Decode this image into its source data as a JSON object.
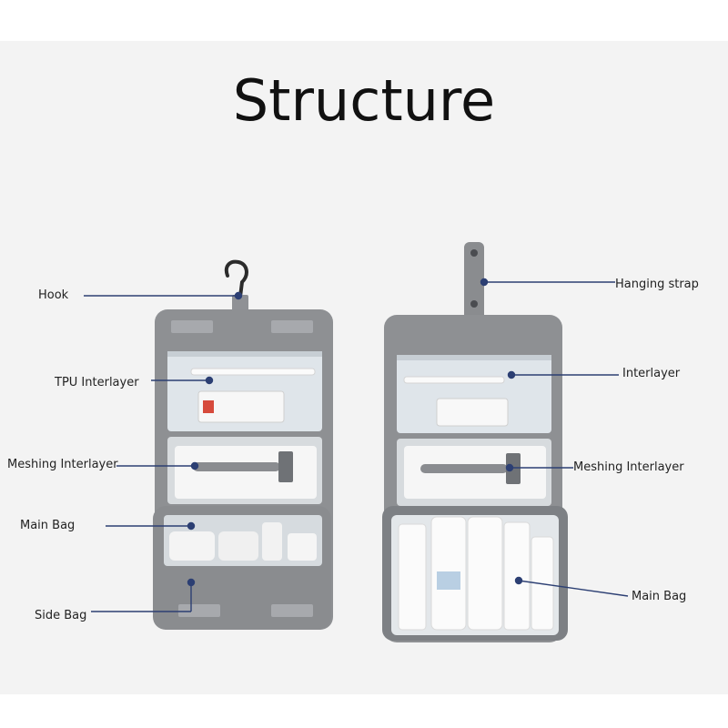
{
  "title": "Structure",
  "labels": {
    "hook": "Hook",
    "tpu_interlayer": "TPU Interlayer",
    "meshing_left": "Meshing Interlayer",
    "main_bag_left": "Main Bag",
    "side_bag": "Side Bag",
    "hanging_strap": "Hanging strap",
    "interlayer": "Interlayer",
    "meshing_right": "Meshing Interlayer",
    "main_bag_right": "Main Bag"
  },
  "colors": {
    "background": "#f3f3f3",
    "bag_gray": "#8e9093",
    "clear_pocket": "#dfe5ea",
    "callout": "#2c3f73"
  }
}
